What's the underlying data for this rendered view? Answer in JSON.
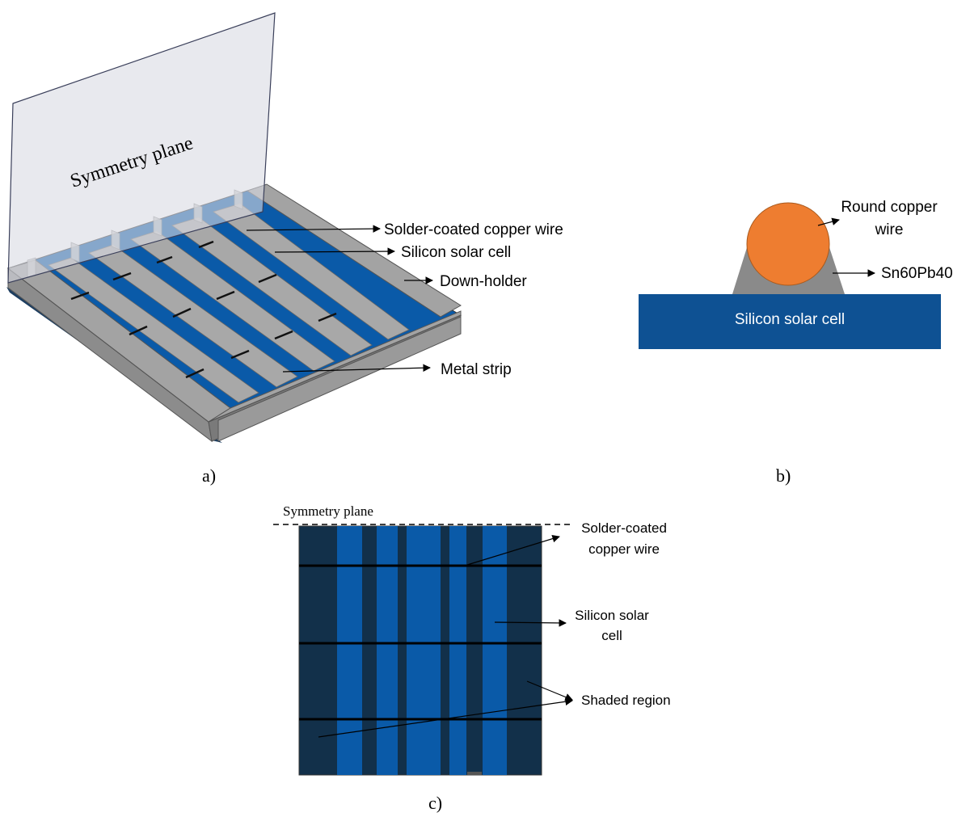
{
  "panel_a": {
    "caption": "a)",
    "symmetry_plane_label": "Symmetry plane",
    "labels": {
      "wire": "Solder-coated copper wire",
      "cell": "Silicon solar cell",
      "holder": "Down-holder",
      "strip": "Metal strip"
    }
  },
  "panel_b": {
    "caption": "b)",
    "wire_label_line1": "Round copper",
    "wire_label_line2": "wire",
    "solder_label": "Sn60Pb40",
    "cell_label": "Silicon solar cell"
  },
  "panel_c": {
    "caption": "c)",
    "symmetry_plane_label": "Symmetry plane",
    "wire_label_line1": "Solder-coated",
    "wire_label_line2": "copper wire",
    "cell_label_line1": "Silicon solar",
    "cell_label_line2": "cell",
    "shaded_label": "Shaded region"
  },
  "colors": {
    "cell_blue": "#0a5aa8",
    "shaded_dark": "#12304a",
    "frame_gray": "#a3a3a3",
    "copper_orange": "#ee7d30",
    "solder_gray": "#8a8a8a",
    "substrate_blue": "#0e5193"
  }
}
